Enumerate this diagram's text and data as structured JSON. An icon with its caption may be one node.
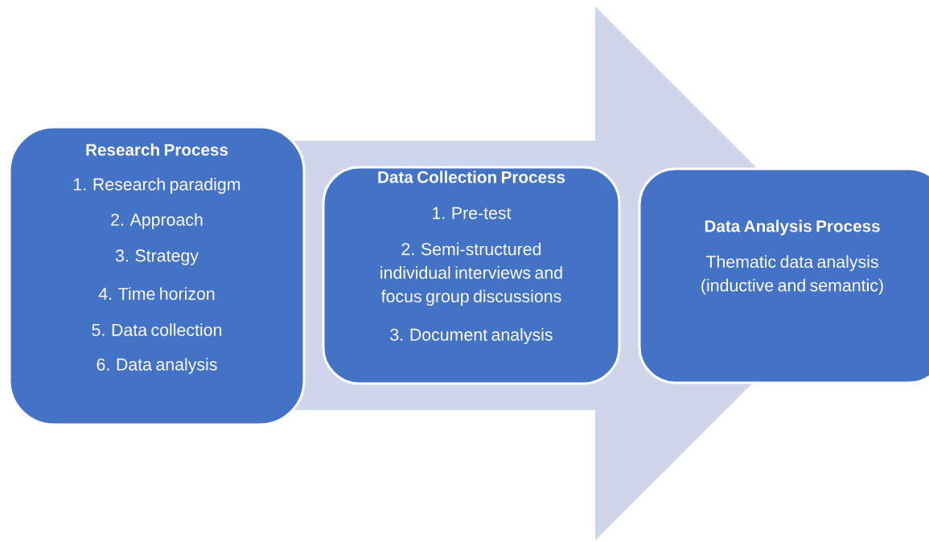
{
  "diagram": {
    "nodes": [
      {
        "text": [
          "Research Process",
          "1. Research paradigm",
          "2. Approach",
          "3. Strategy",
          "4. Time horizon",
          "5. Data collection",
          "6. Data analysis"
        ]
      },
      {
        "text": [
          "Data Collection Process",
          "1. Pre-test",
          "2. Semi-structured individual interviews and focus group discussions",
          "3. Document analysis"
        ]
      },
      {
        "text": [
          "Data Analysis Process",
          "Thematic data analysis (inductive and semantic)"
        ]
      }
    ],
    "edges": [
      {
        "from": 0,
        "to": 2,
        "arrow": "to"
      }
    ]
  }
}
